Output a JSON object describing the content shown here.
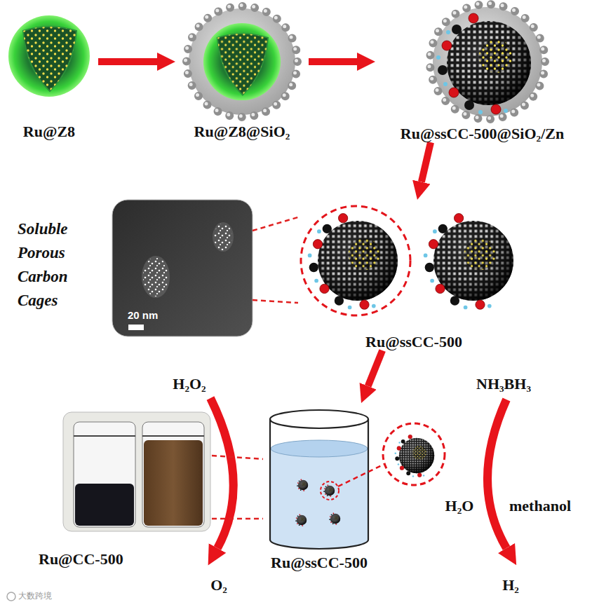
{
  "diagram": {
    "nodes": [
      {
        "text": [
          "Ru@Z8"
        ]
      },
      {
        "text": [
          "Ru@Z8@SiO₂"
        ]
      },
      {
        "text": [
          "Ru@ssCC-500@SiO₂/Zn"
        ]
      },
      {
        "text": [
          "20 nm"
        ]
      },
      {
        "text": [
          "Ru@ssCC-500"
        ]
      },
      {
        "text": [
          "Ru@CC-500"
        ]
      },
      {
        "text": [
          "Ru@ssCC-500"
        ]
      }
    ],
    "edges": [
      {
        "from": 0,
        "to": 1,
        "arrow": "to"
      },
      {
        "from": 1,
        "to": 2,
        "arrow": "to"
      },
      {
        "from": 2,
        "to": 4,
        "arrow": "to"
      },
      {
        "from": 4,
        "to": 6,
        "arrow": "to"
      },
      {
        "from": 3,
        "to": 4,
        "arrow": "none"
      },
      {
        "from": 3,
        "to": 4,
        "arrow": "none"
      },
      {
        "from": 5,
        "to": 6,
        "arrow": "none"
      },
      {
        "from": 5,
        "to": 6,
        "arrow": "none"
      }
    ],
    "labels": [
      "Soluble Porous Carbon Cages",
      "H₂O₂",
      "O₂",
      "NH₃BH₃",
      "H₂O",
      "methanol",
      "H₂",
      "大数跨境"
    ]
  }
}
